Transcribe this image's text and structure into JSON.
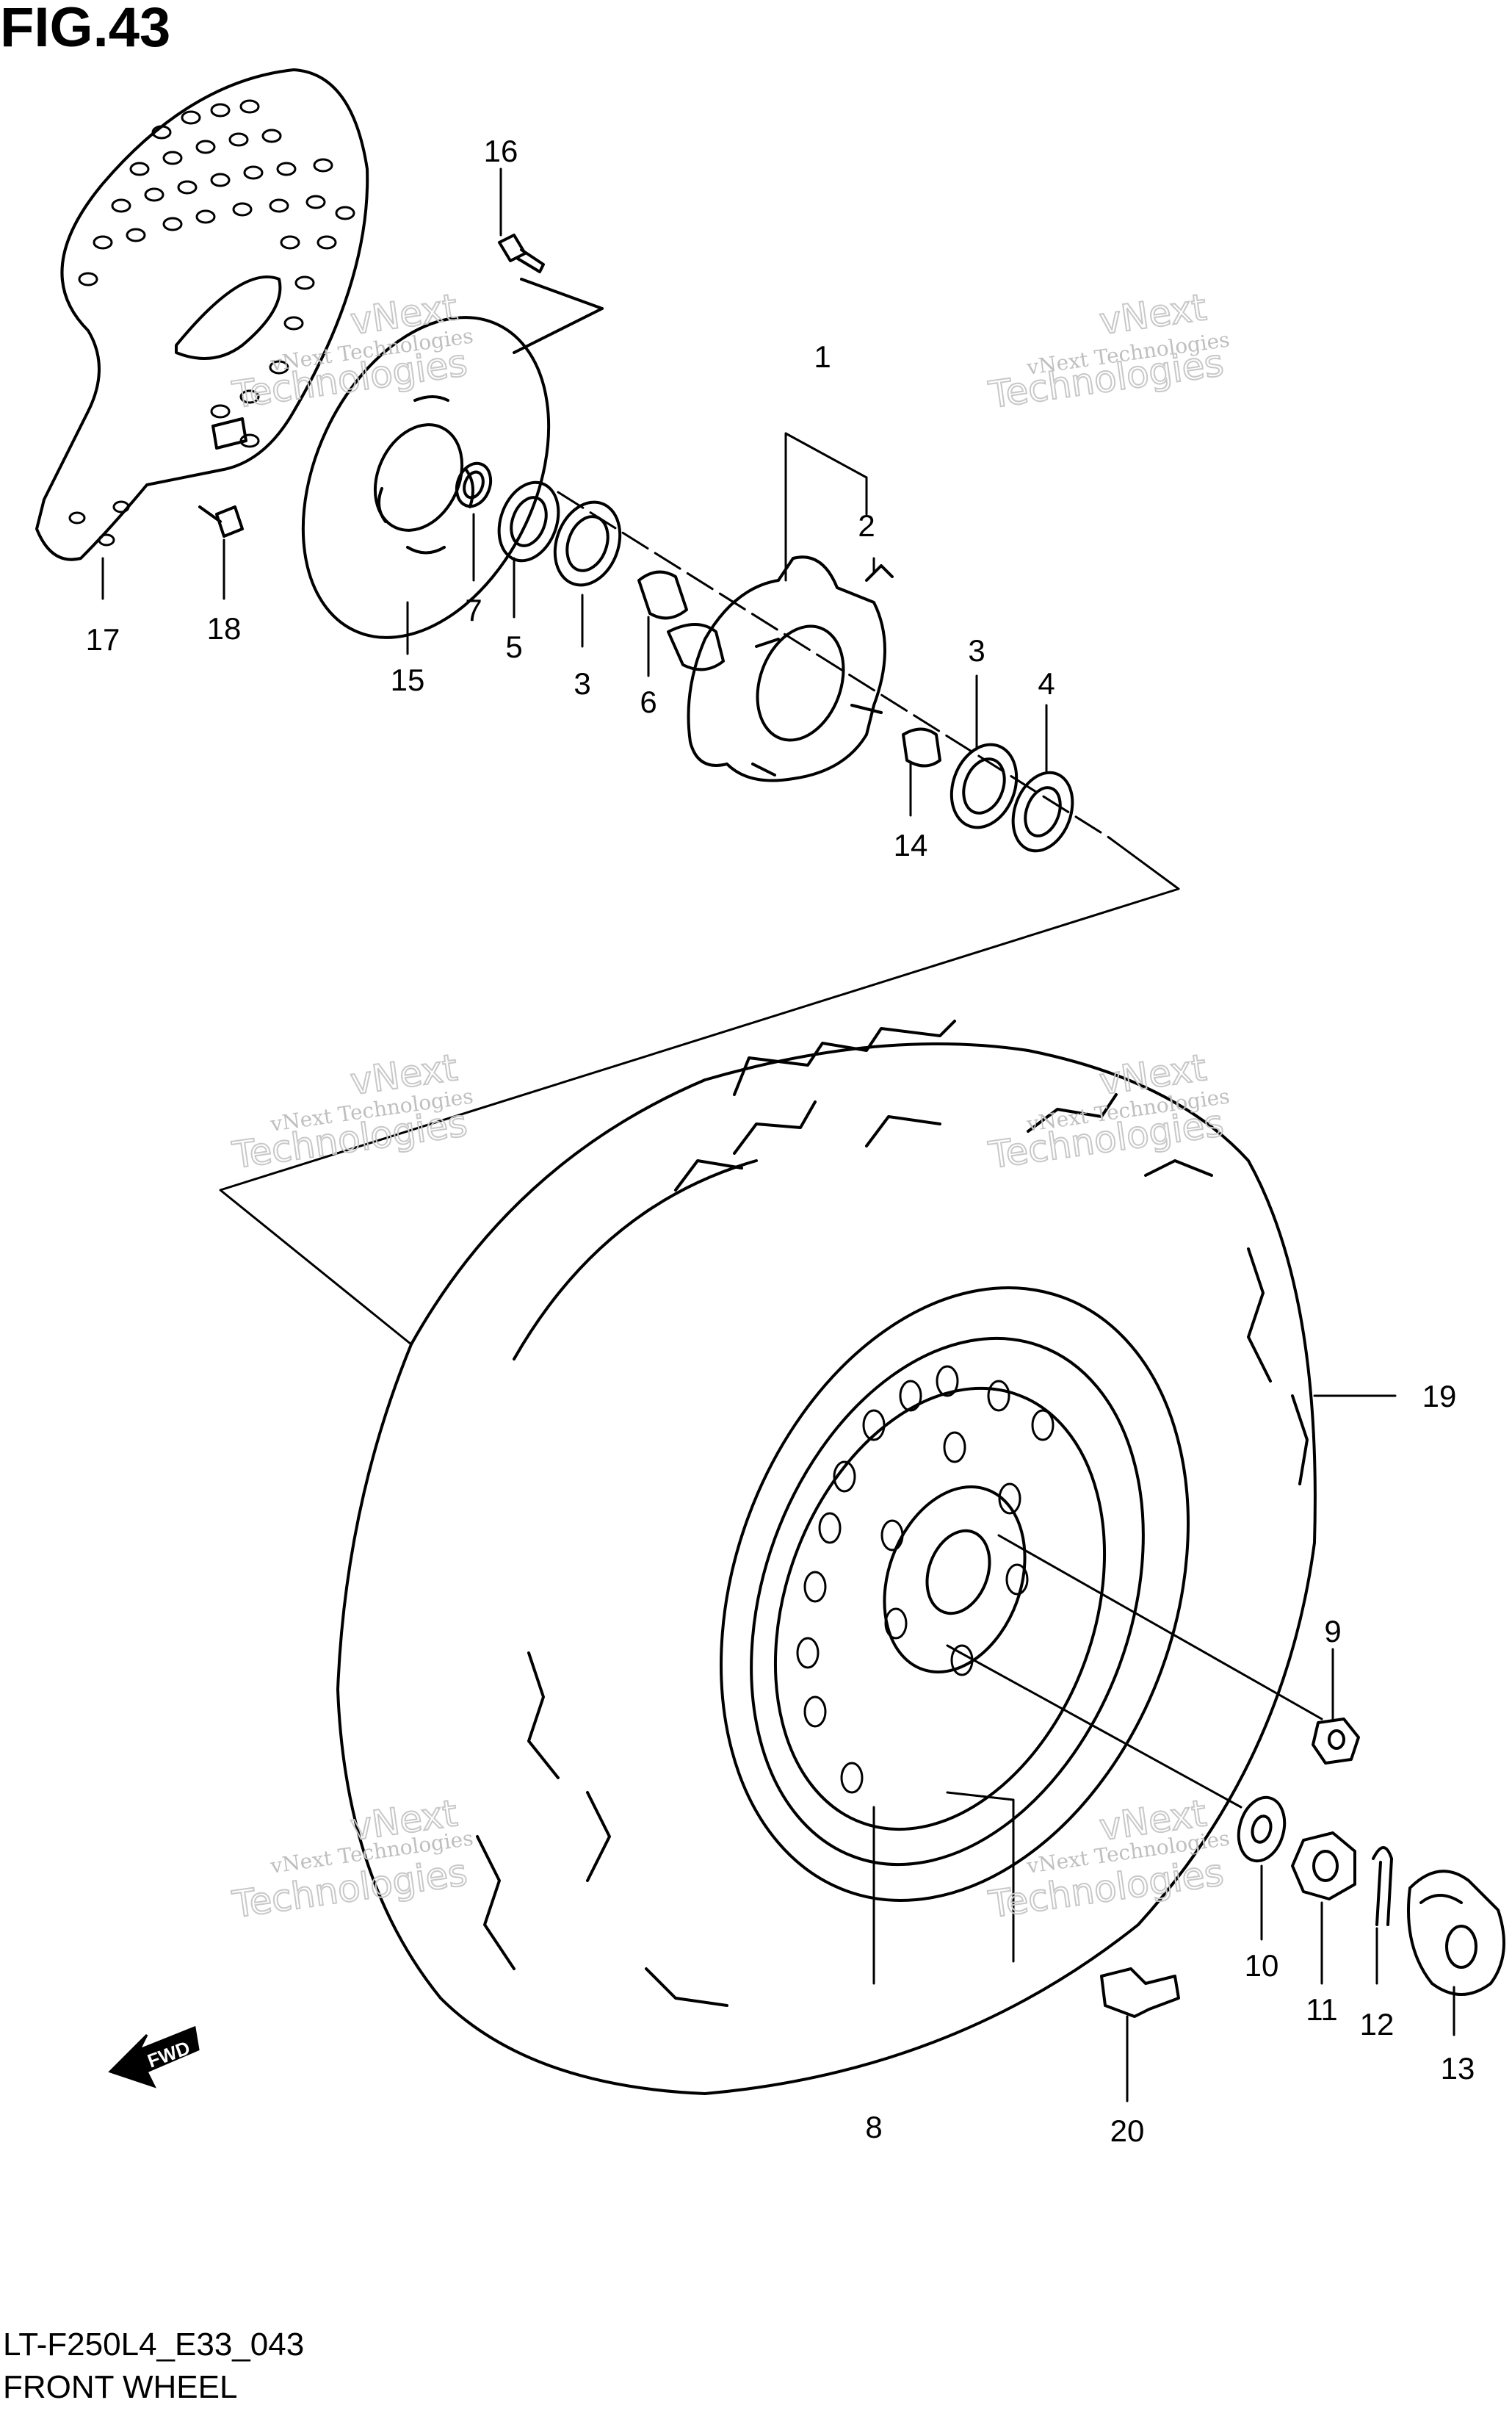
{
  "figure": {
    "title": "FIG.43"
  },
  "footer": {
    "code": "LT-F250L4_E33_043",
    "name": "FRONT WHEEL"
  },
  "watermark": {
    "line1": "vNext Technologies",
    "line2": "vNext",
    "line3": "Technologies"
  },
  "fwd": {
    "label": "FWD"
  },
  "callouts": [
    "1",
    "2",
    "3",
    "4",
    "5",
    "6",
    "7",
    "8",
    "9",
    "10",
    "11",
    "12",
    "13",
    "14",
    "15",
    "16",
    "17",
    "18",
    "19",
    "20"
  ]
}
